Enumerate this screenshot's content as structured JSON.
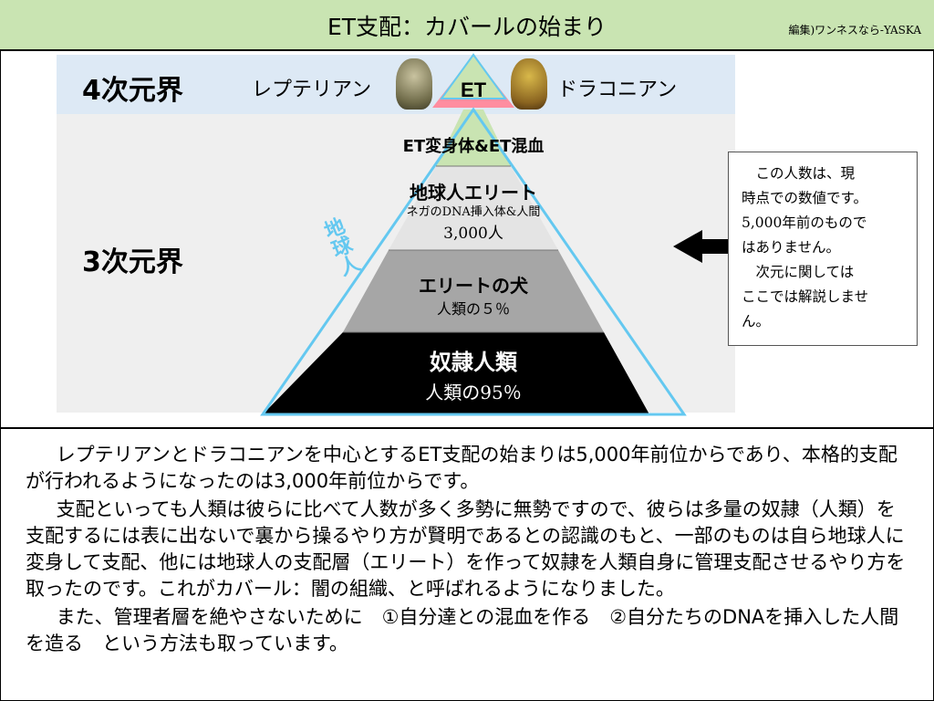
{
  "header": {
    "title": "ET支配：カバールの始まり",
    "credit": "編集)ワンネスなら-YASKA"
  },
  "realms": {
    "dim4": "4次元界",
    "dim3": "3次元界"
  },
  "aliens": {
    "left": {
      "name": "レプテリアン",
      "icon": "reptilian-portrait"
    },
    "right": {
      "name": "ドラコニアン",
      "icon": "draconian-portrait"
    }
  },
  "pyramid": {
    "side_label": "地球人",
    "tiers": [
      {
        "title": "ET",
        "color": "#ff8da0"
      },
      {
        "title": "ET変身体&ET混血",
        "color": "#c9e4b2"
      },
      {
        "title": "地球人エリート",
        "sub1": "ネガのDNA挿入体&人間",
        "sub2": "3,000人",
        "color": "#e4e4e4"
      },
      {
        "title": "エリートの犬",
        "sub1": "人類の５％",
        "color": "#a6a6a6"
      },
      {
        "title": "奴隷人類",
        "sub1": "人類の95％",
        "color": "#000000"
      }
    ]
  },
  "note": {
    "lines": [
      "この人数は、現",
      "時点での数値です。",
      "5,000年前のもので",
      "はありません。",
      "次元に関しては",
      "ここでは解説しませ",
      "ん。"
    ]
  },
  "body": {
    "paragraphs": [
      "レプテリアンとドラコニアンを中心とするET支配の始まりは5,000年前位からであり、本格的支配が行われるようになったのは3,000年前位からです。",
      "支配といっても人類は彼らに比べて人数が多く多勢に無勢ですので、彼らは多量の奴隷（人類）を支配するには表に出ないで裏から操るやり方が賢明であるとの認識のもと、一部のものは自ら地球人に変身して支配、他には地球人の支配層（エリート）を作って奴隷を人類自身に管理支配させるやり方を取ったのです。これがカバール：闇の組織、と呼ばれるようになりました。",
      "また、管理者層を絶やさないために　①自分達との混血を作る　②自分たちのDNAを挿入した人間を造る　という方法も取っています。"
    ]
  }
}
